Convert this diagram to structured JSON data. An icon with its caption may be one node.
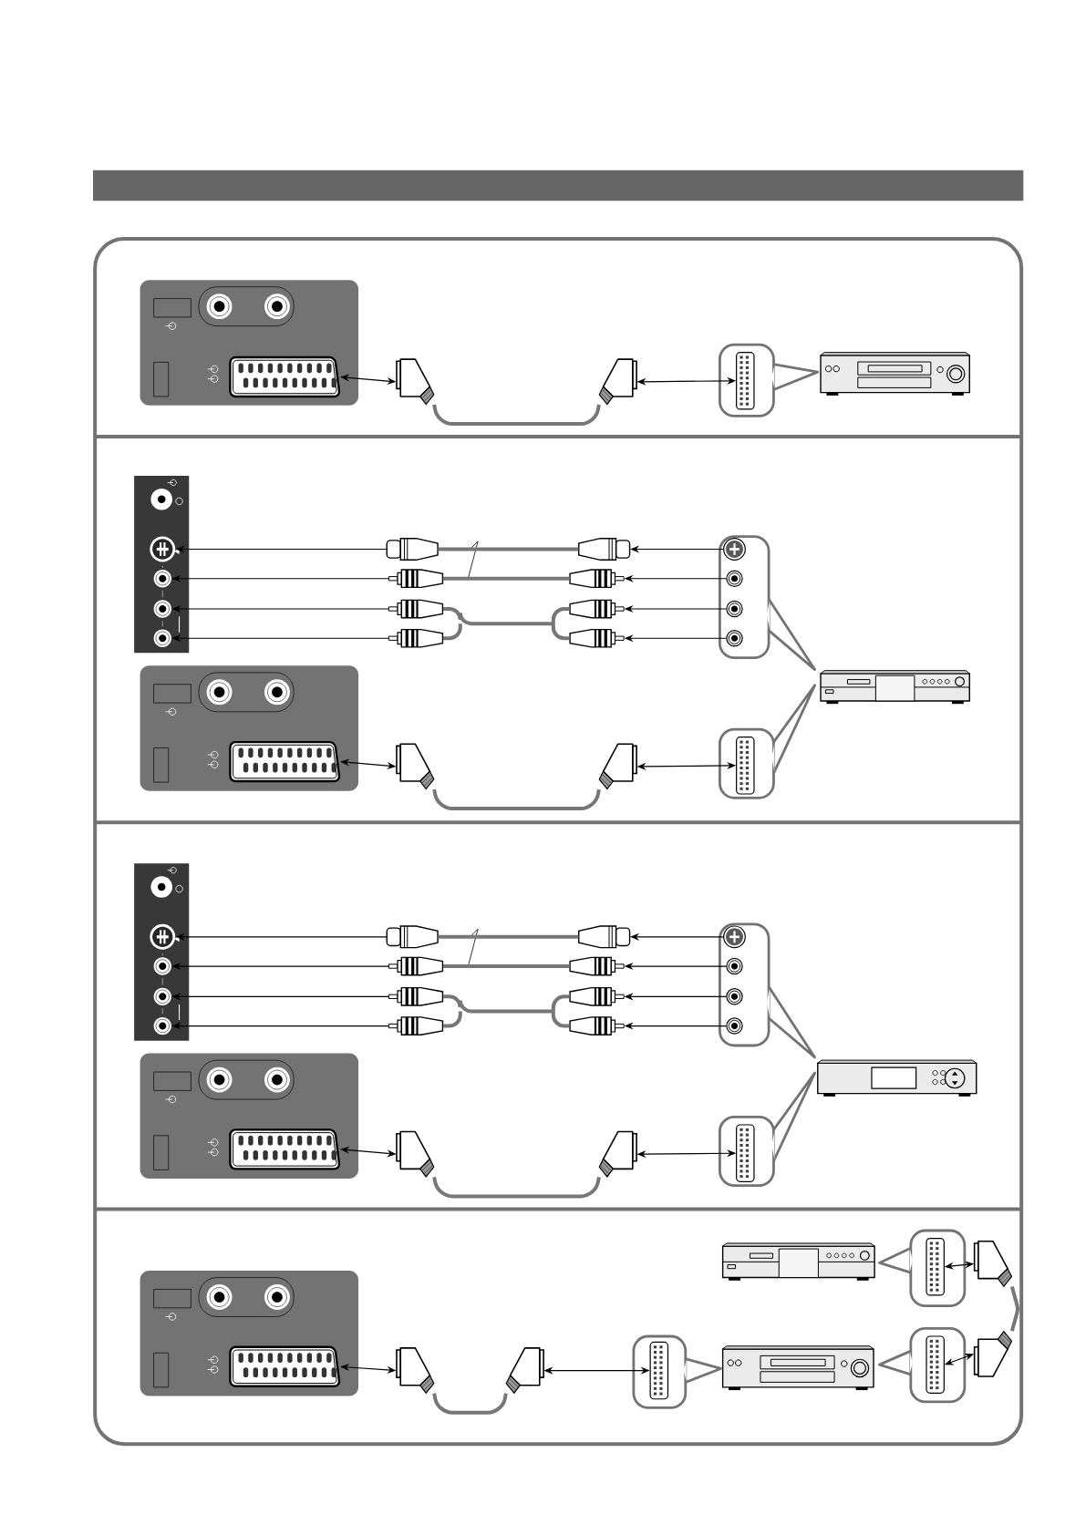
{
  "diagram": {
    "nodes": [
      {
        "text": [],
        "shape": "box"
      },
      {
        "text": [],
        "shape": "plug"
      },
      {
        "text": [],
        "shape": "plug"
      },
      {
        "text": [],
        "shape": "box"
      },
      {
        "text": [],
        "shape": "circle"
      },
      {
        "text": [],
        "shape": "circle"
      },
      {
        "text": [],
        "shape": "circle"
      },
      {
        "text": [],
        "shape": "circle"
      },
      {
        "text": [],
        "shape": "plug"
      },
      {
        "text": [],
        "shape": "plug"
      },
      {
        "text": [],
        "shape": "plug"
      },
      {
        "text": [],
        "shape": "plug"
      },
      {
        "text": [],
        "shape": "plug"
      },
      {
        "text": [],
        "shape": "plug"
      },
      {
        "text": [],
        "shape": "plug"
      },
      {
        "text": [],
        "shape": "plug"
      },
      {
        "text": [],
        "shape": "circle"
      },
      {
        "text": [],
        "shape": "circle"
      },
      {
        "text": [],
        "shape": "circle"
      },
      {
        "text": [],
        "shape": "circle"
      },
      {
        "text": [],
        "shape": "box"
      },
      {
        "text": [],
        "shape": "plug"
      },
      {
        "text": [],
        "shape": "plug"
      },
      {
        "text": [],
        "shape": "box"
      },
      {
        "text": [],
        "shape": "circle"
      },
      {
        "text": [],
        "shape": "circle"
      },
      {
        "text": [],
        "shape": "circle"
      },
      {
        "text": [],
        "shape": "circle"
      },
      {
        "text": [],
        "shape": "plug"
      },
      {
        "text": [],
        "shape": "plug"
      },
      {
        "text": [],
        "shape": "plug"
      },
      {
        "text": [],
        "shape": "plug"
      },
      {
        "text": [],
        "shape": "plug"
      },
      {
        "text": [],
        "shape": "plug"
      },
      {
        "text": [],
        "shape": "plug"
      },
      {
        "text": [],
        "shape": "plug"
      },
      {
        "text": [],
        "shape": "circle"
      },
      {
        "text": [],
        "shape": "circle"
      },
      {
        "text": [],
        "shape": "circle"
      },
      {
        "text": [],
        "shape": "circle"
      },
      {
        "text": [],
        "shape": "box"
      },
      {
        "text": [],
        "shape": "plug"
      },
      {
        "text": [],
        "shape": "plug"
      },
      {
        "text": [],
        "shape": "box"
      },
      {
        "text": [],
        "shape": "box"
      },
      {
        "text": [],
        "shape": "plug"
      },
      {
        "text": [],
        "shape": "plug"
      },
      {
        "text": [],
        "shape": "box"
      },
      {
        "text": [],
        "shape": "box"
      },
      {
        "text": [],
        "shape": "plug"
      },
      {
        "text": [],
        "shape": "plug"
      },
      {
        "text": [],
        "shape": "box"
      },
      {
        "text": [],
        "shape": "circle"
      },
      {
        "text": [],
        "shape": "circle"
      },
      {
        "text": [],
        "shape": "circle"
      },
      {
        "text": [],
        "shape": "circle"
      },
      {
        "text": [],
        "shape": "circle"
      },
      {
        "text": [],
        "shape": "circle"
      },
      {
        "text": [],
        "shape": "circle"
      },
      {
        "text": [],
        "shape": "circle"
      }
    ],
    "edges": [
      {
        "from": 0,
        "to": 1,
        "arrow": "both"
      },
      {
        "from": 1,
        "to": 2,
        "arrow": "none",
        "style": "thick",
        "color": "#777777"
      },
      {
        "from": 2,
        "to": 3,
        "arrow": "both"
      },
      {
        "from": 8,
        "to": 4,
        "arrow": "to"
      },
      {
        "from": 9,
        "to": 5,
        "arrow": "to"
      },
      {
        "from": 10,
        "to": 6,
        "arrow": "to"
      },
      {
        "from": 11,
        "to": 7,
        "arrow": "to"
      },
      {
        "from": 8,
        "to": 12,
        "arrow": "none",
        "style": "thick",
        "color": "#777777"
      },
      {
        "from": 9,
        "to": 13,
        "arrow": "none",
        "style": "thick",
        "color": "#777777"
      },
      {
        "from": 10,
        "to": 14,
        "arrow": "none",
        "style": "thick",
        "color": "#777777"
      },
      {
        "from": 10,
        "to": 15,
        "arrow": "none",
        "style": "thick",
        "color": "#777777"
      },
      {
        "from": 11,
        "to": 14,
        "arrow": "none",
        "style": "thick",
        "color": "#777777"
      },
      {
        "from": 11,
        "to": 15,
        "arrow": "none",
        "style": "thick",
        "color": "#777777"
      },
      {
        "from": 16,
        "to": 12,
        "arrow": "to"
      },
      {
        "from": 17,
        "to": 13,
        "arrow": "to"
      },
      {
        "from": 18,
        "to": 14,
        "arrow": "to"
      },
      {
        "from": 19,
        "to": 15,
        "arrow": "to"
      },
      {
        "from": 20,
        "to": 21,
        "arrow": "both"
      },
      {
        "from": 21,
        "to": 22,
        "arrow": "none",
        "style": "thick",
        "color": "#777777"
      },
      {
        "from": 22,
        "to": 23,
        "arrow": "both"
      },
      {
        "from": 28,
        "to": 24,
        "arrow": "to"
      },
      {
        "from": 29,
        "to": 25,
        "arrow": "to"
      },
      {
        "from": 30,
        "to": 26,
        "arrow": "to"
      },
      {
        "from": 31,
        "to": 27,
        "arrow": "to"
      },
      {
        "from": 28,
        "to": 32,
        "arrow": "none",
        "style": "thick",
        "color": "#777777"
      },
      {
        "from": 29,
        "to": 33,
        "arrow": "none",
        "style": "thick",
        "color": "#777777"
      },
      {
        "from": 30,
        "to": 34,
        "arrow": "none",
        "style": "thick",
        "color": "#777777"
      },
      {
        "from": 30,
        "to": 35,
        "arrow": "none",
        "style": "thick",
        "color": "#777777"
      },
      {
        "from": 31,
        "to": 34,
        "arrow": "none",
        "style": "thick",
        "color": "#777777"
      },
      {
        "from": 31,
        "to": 35,
        "arrow": "none",
        "style": "thick",
        "color": "#777777"
      },
      {
        "from": 36,
        "to": 32,
        "arrow": "to"
      },
      {
        "from": 37,
        "to": 33,
        "arrow": "to"
      },
      {
        "from": 38,
        "to": 34,
        "arrow": "to"
      },
      {
        "from": 39,
        "to": 35,
        "arrow": "to"
      },
      {
        "from": 40,
        "to": 41,
        "arrow": "both"
      },
      {
        "from": 41,
        "to": 42,
        "arrow": "none",
        "style": "thick",
        "color": "#777777"
      },
      {
        "from": 42,
        "to": 43,
        "arrow": "both"
      },
      {
        "from": 44,
        "to": 45,
        "arrow": "both"
      },
      {
        "from": 45,
        "to": 46,
        "arrow": "none",
        "style": "thick",
        "color": "#777777"
      },
      {
        "from": 46,
        "to": 47,
        "arrow": "both"
      },
      {
        "from": 48,
        "to": 49,
        "arrow": "both"
      },
      {
        "from": 49,
        "to": 50,
        "arrow": "none",
        "style": "thick",
        "color": "#777777"
      },
      {
        "from": 50,
        "to": 51,
        "arrow": "both"
      }
    ]
  }
}
